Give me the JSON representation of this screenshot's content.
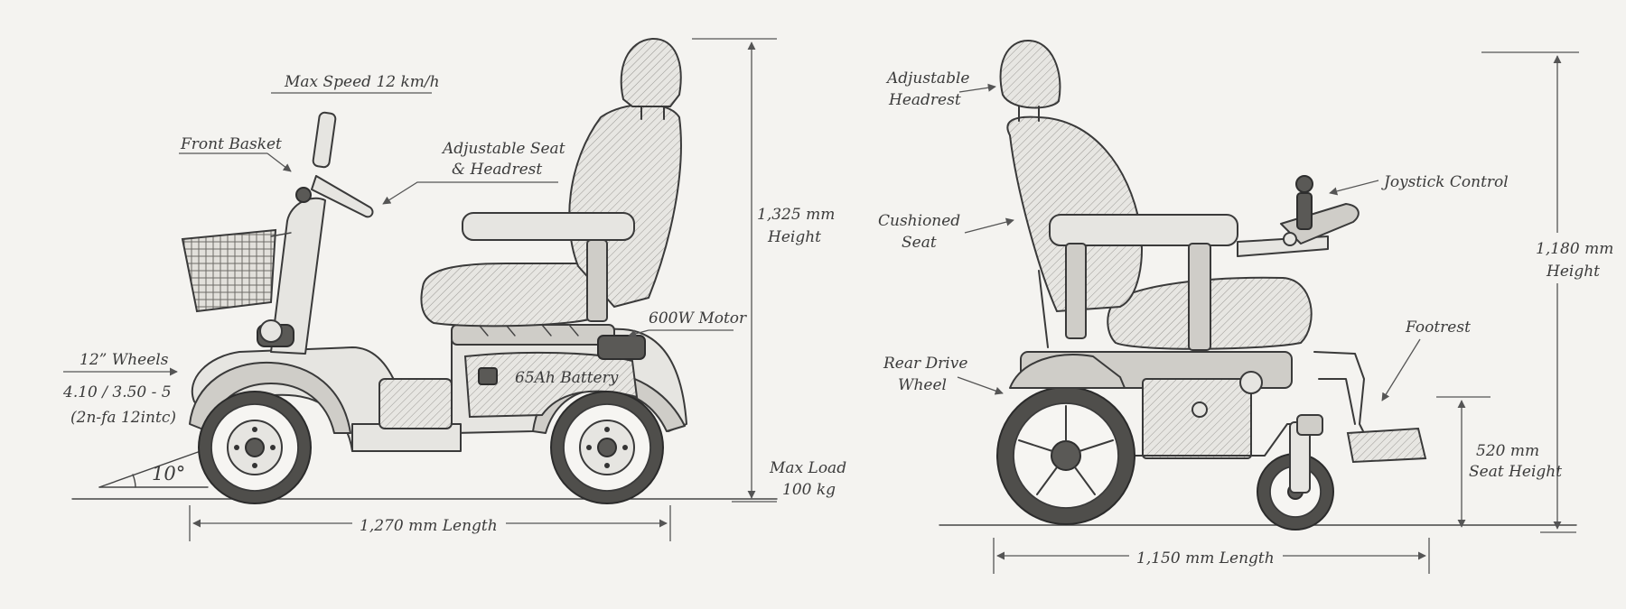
{
  "scooter": {
    "label_max_speed": "Max Speed 12 km/h",
    "label_front_basket": "Front Basket",
    "label_seat_line1": "Adjustable Seat",
    "label_seat_line2": "& Headrest",
    "label_height_value": "1,325 mm",
    "label_height_word": "Height",
    "label_motor": "600W Motor",
    "label_battery": "65Ah Battery",
    "label_wheels": "12” Wheels",
    "label_tire_spec": "4.10 / 3.50 - 5",
    "label_tire_code": "(2n-fa 12intc)",
    "label_angle": "10°",
    "label_max_load_line1": "Max Load",
    "label_max_load_line2": "100 kg",
    "label_length": "1,270 mm Length"
  },
  "wheelchair": {
    "label_headrest_line1": "Adjustable",
    "label_headrest_line2": "Headrest",
    "label_joystick": "Joystick Control",
    "label_seat_line1": "Cushioned",
    "label_seat_line2": "Seat",
    "label_height_value": "1,180 mm",
    "label_height_word": "Height",
    "label_footrest": "Footrest",
    "label_rear_line1": "Rear Drive",
    "label_rear_line2": "Wheel",
    "label_seat_height_value": "520 mm",
    "label_seat_height_word": "Seat Height",
    "label_length": "1,150 mm Length"
  }
}
